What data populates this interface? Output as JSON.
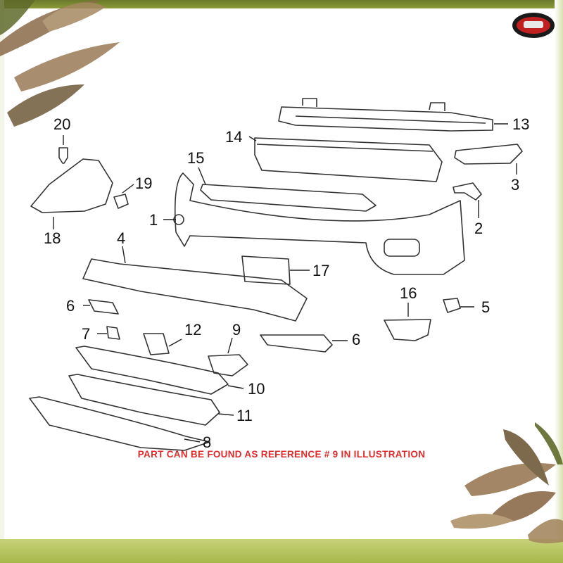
{
  "diagram": {
    "caption": "PART CAN BE FOUND AS REFERENCE # 9 IN ILLUSTRATION",
    "callouts": [
      "20",
      "19",
      "18",
      "15",
      "14",
      "13",
      "3",
      "2",
      "1",
      "4",
      "17",
      "16",
      "6",
      "5",
      "7",
      "12",
      "9",
      "6",
      "10",
      "11",
      "8"
    ],
    "colors": {
      "line": "#333333",
      "caption": "#e02b2b",
      "frame": "#8b9a3a",
      "leaf": "#8a6a4a"
    },
    "logo": {
      "icon": "shop-logo-icon"
    }
  }
}
